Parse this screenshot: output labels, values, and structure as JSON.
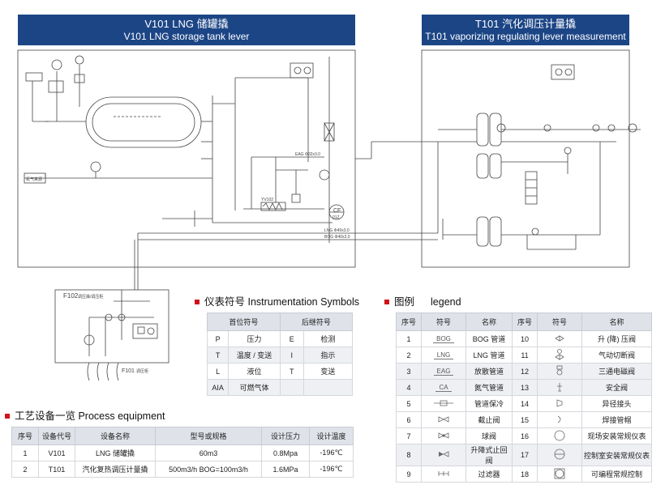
{
  "v101_header": {
    "title_cn": "V101 LNG 储罐撬",
    "title_en": "V101 LNG storage tank lever"
  },
  "t101_header": {
    "title_cn": "T101 汽化调压计量撬",
    "title_en": "T101 vaporizing regulating lever measurement"
  },
  "diagram": {
    "f102_label": "F102",
    "f102_sub": "调压撬/调压柜",
    "f101_label": "F101",
    "f101_sub": "调压柜",
    "yv_label": "YV102",
    "ce_label": "CE",
    "ce_sub": "01Z",
    "lng_line": "LNG Φ40x3.0",
    "bog_line": "BOG Φ40x3.0",
    "eag_line": "EAG Φ32x3.0",
    "n2_label": "氮气来源"
  },
  "instrument": {
    "title": "仪表符号 Instrumentation Symbols",
    "col_first": "首位符号",
    "col_last": "后继符号",
    "rows": [
      {
        "a": "P",
        "b": "压力",
        "c": "E",
        "d": "检测"
      },
      {
        "a": "T",
        "b": "温度 / 变送",
        "c": "I",
        "d": "指示"
      },
      {
        "a": "L",
        "b": "液位",
        "c": "T",
        "d": "变送"
      },
      {
        "a": "AIA",
        "b": "可燃气体",
        "c": "",
        "d": ""
      }
    ]
  },
  "legend": {
    "title_cn": "图例",
    "title_en": "legend",
    "headers": [
      "序号",
      "符号",
      "名称",
      "序号",
      "符号",
      "名称"
    ],
    "rows": [
      {
        "n1": "1",
        "s1": "BOG",
        "m1": "BOG 管道",
        "n2": "10",
        "s2": "regulator-valve-symbol",
        "m2": "升 (降) 压阀"
      },
      {
        "n1": "2",
        "s1": "LNG",
        "m1": "LNG 管道",
        "n2": "11",
        "s2": "pneumatic-valve-symbol",
        "m2": "气动切断阀"
      },
      {
        "n1": "3",
        "s1": "EAG",
        "m1": "放散管道",
        "n2": "12",
        "s2": "solenoid-valve-symbol",
        "m2": "三通电磁阀"
      },
      {
        "n1": "4",
        "s1": "CA",
        "m1": "氮气管道",
        "n2": "13",
        "s2": "safety-valve-symbol",
        "m2": "安全阀"
      },
      {
        "n1": "5",
        "s1": "insulation-symbol",
        "m1": "管道保冷",
        "n2": "14",
        "s2": "reducer-symbol",
        "m2": "异径接头"
      },
      {
        "n1": "6",
        "s1": "globe-valve-symbol",
        "m1": "截止阀",
        "n2": "15",
        "s2": "welded-cap-symbol",
        "m2": "焊接管帽"
      },
      {
        "n1": "7",
        "s1": "ball-valve-symbol",
        "m1": "球阀",
        "n2": "16",
        "s2": "field-instrument-symbol",
        "m2": "现场安装常规仪表"
      },
      {
        "n1": "8",
        "s1": "check-valve-symbol",
        "m1": "升降式止回阀",
        "n2": "17",
        "s2": "control-room-instrument-symbol",
        "m2": "控制室安装常规仪表"
      },
      {
        "n1": "9",
        "s1": "filter-symbol",
        "m1": "过滤器",
        "n2": "18",
        "s2": "plc-symbol",
        "m2": "可编程常规控制"
      }
    ]
  },
  "equipment": {
    "title": "工艺设备一览  Process equipment",
    "headers": [
      "序号",
      "设备代号",
      "设备名称",
      "型号或规格",
      "设计压力",
      "设计温度"
    ],
    "rows": [
      {
        "no": "1",
        "code": "V101",
        "name": "LNG 储罐撬",
        "spec": "60m3",
        "pressure": "0.8Mpa",
        "temp": "-196℃"
      },
      {
        "no": "2",
        "code": "T101",
        "name": "汽化复热调压计量撬",
        "spec": "500m3/h  BOG=100m3/h",
        "pressure": "1.6MPa",
        "temp": "-196℃"
      }
    ]
  }
}
